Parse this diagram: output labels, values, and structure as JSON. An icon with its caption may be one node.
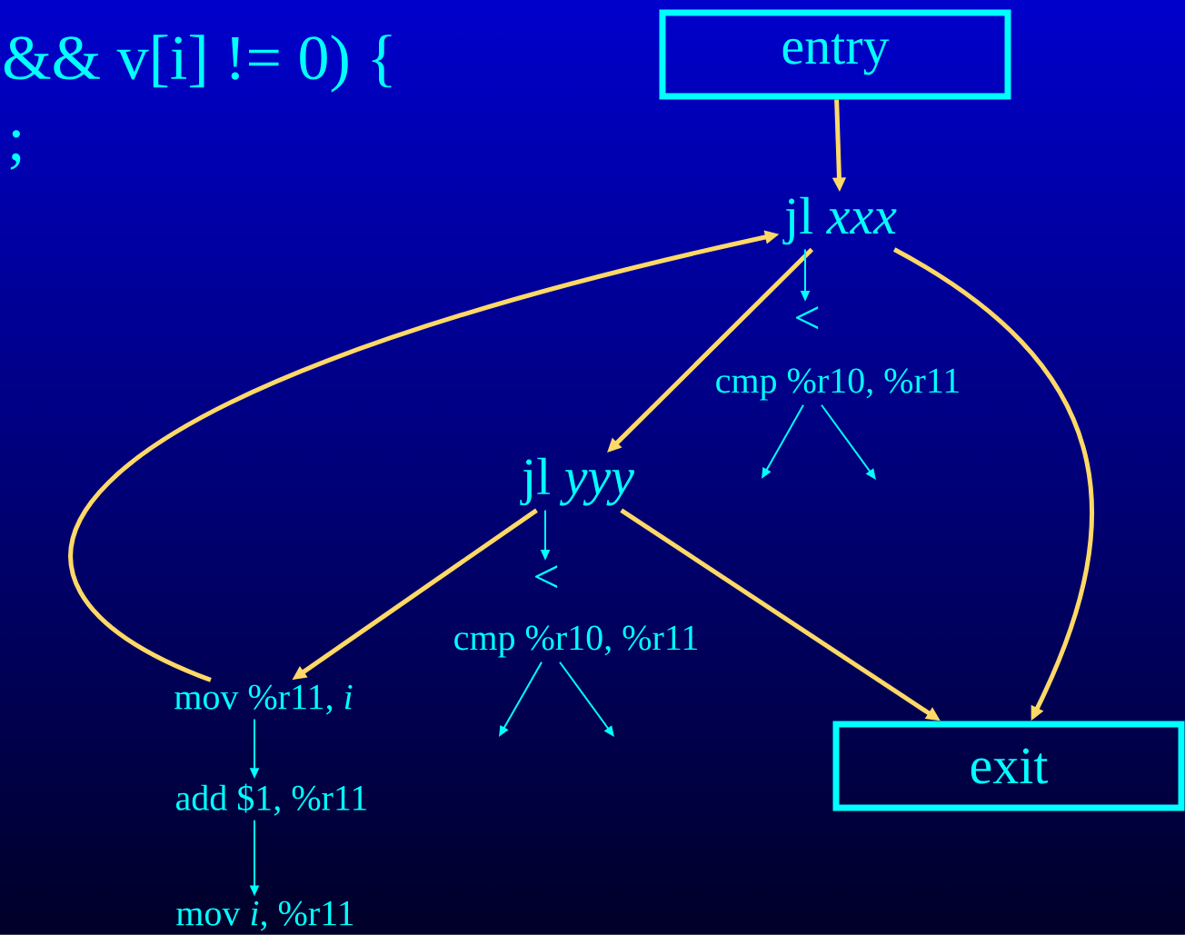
{
  "diagram": {
    "nodes": [
      {
        "text": [
          "entry"
        ]
      },
      {
        "text": [
          "jl *xxx*"
        ]
      },
      {
        "text": [
          "<"
        ]
      },
      {
        "text": [
          "cmp %r10, %r11"
        ]
      },
      {
        "text": [
          "jl *yyy*"
        ]
      },
      {
        "text": [
          "<"
        ]
      },
      {
        "text": [
          "cmp %r10, %r11"
        ]
      },
      {
        "text": [
          "mov %r11, *i*"
        ]
      },
      {
        "text": [
          "add $1, %r11"
        ]
      },
      {
        "text": [
          "mov *i*, %r11"
        ]
      },
      {
        "text": [
          "exit"
        ]
      }
    ],
    "edges": [
      {
        "from": 0,
        "to": 1,
        "arrow": "to",
        "style": "thick",
        "color": "#ffd966"
      },
      {
        "from": 1,
        "to": 4,
        "arrow": "to",
        "style": "thick",
        "color": "#ffd966"
      },
      {
        "from": 1,
        "to": 10,
        "arrow": "to",
        "style": "thick",
        "color": "#ffd966"
      },
      {
        "from": 4,
        "to": 7,
        "arrow": "to",
        "style": "thick",
        "color": "#ffd966"
      },
      {
        "from": 4,
        "to": 10,
        "arrow": "to",
        "style": "thick",
        "color": "#ffd966"
      },
      {
        "from": 7,
        "to": 1,
        "arrow": "to",
        "style": "thick",
        "color": "#ffd966"
      },
      {
        "from": 1,
        "to": 2,
        "arrow": "to"
      },
      {
        "from": 3,
        "to": null,
        "arrow": "to"
      },
      {
        "from": 3,
        "to": null,
        "arrow": "to"
      },
      {
        "from": 4,
        "to": 5,
        "arrow": "to"
      },
      {
        "from": 6,
        "to": null,
        "arrow": "to"
      },
      {
        "from": 6,
        "to": null,
        "arrow": "to"
      },
      {
        "from": 7,
        "to": 8,
        "arrow": "to"
      },
      {
        "from": 8,
        "to": 9,
        "arrow": "to"
      }
    ],
    "labels": [
      "&& v[i] != 0) {",
      ";"
    ]
  }
}
